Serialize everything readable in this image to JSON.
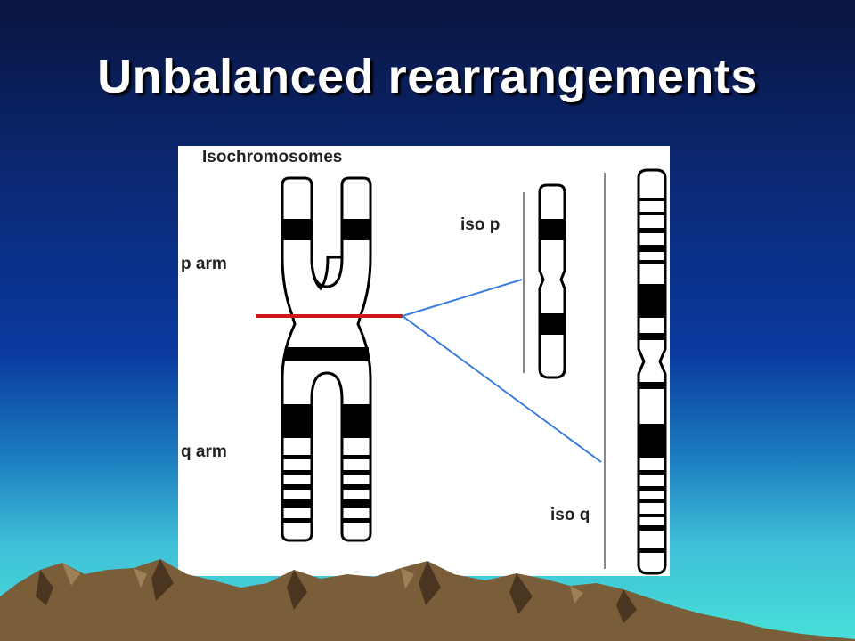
{
  "slide": {
    "title": "Unbalanced rearrangements"
  },
  "figure": {
    "heading": "Isochromosomes",
    "p_arm_label": "p arm",
    "q_arm_label": "q arm",
    "iso_p_label": "iso p",
    "iso_q_label": "iso q",
    "colors": {
      "cut_line": "#d01818",
      "connector": "#3a7de0",
      "band": "#000000"
    }
  }
}
